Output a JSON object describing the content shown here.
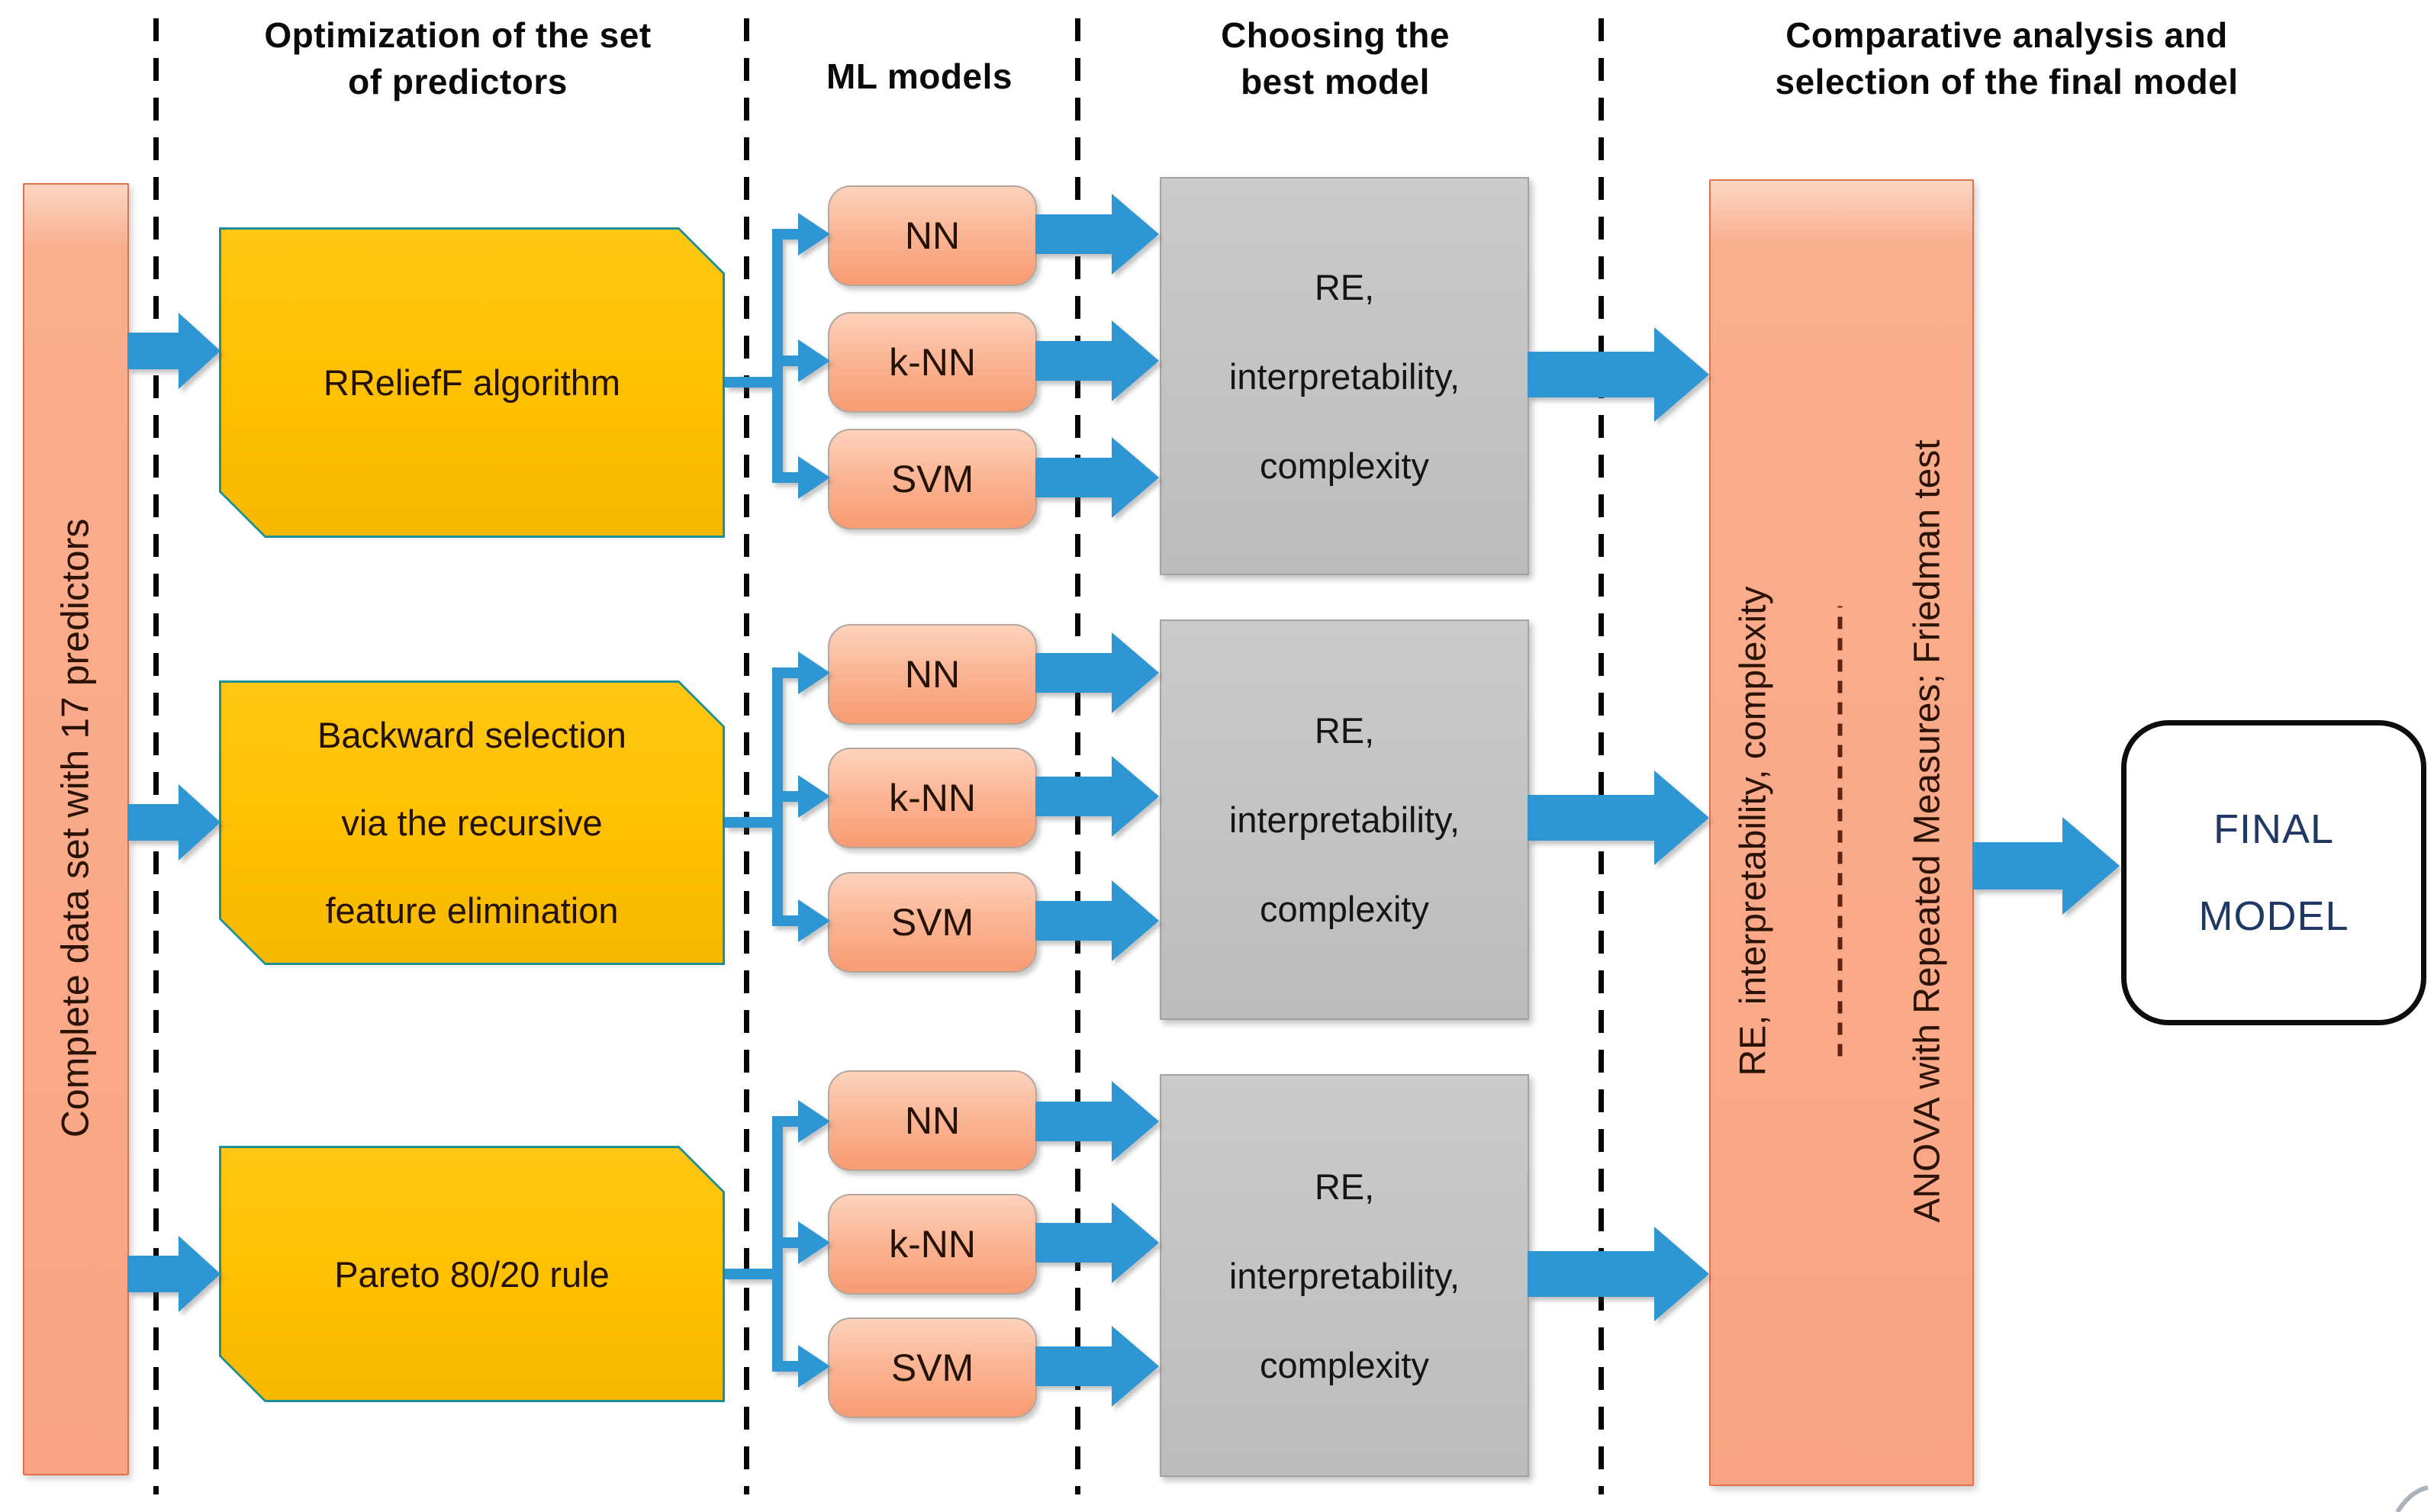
{
  "headers": {
    "optimization": [
      "Optimization of the set",
      "of predictors"
    ],
    "ml_models_title": "ML models",
    "choosing": [
      "Choosing the",
      "best model"
    ],
    "comparative": [
      "Comparative analysis and",
      "selection of the final model"
    ]
  },
  "left_bar": {
    "label": "Complete data set with 17 predictors"
  },
  "predictor_methods": [
    {
      "lines": [
        "RReliefF algorithm"
      ]
    },
    {
      "lines": [
        "Backward selection",
        "via the recursive",
        "feature elimination"
      ]
    },
    {
      "lines": [
        "Pareto 80/20 rule"
      ]
    }
  ],
  "ml_models": [
    "NN",
    "k-NN",
    "SVM"
  ],
  "evaluation_criteria_lines": [
    "RE,",
    "interpretability,",
    "complexity"
  ],
  "comparison_bar": {
    "criteria_label": "RE, interpretability, complexity",
    "tests_label": "ANOVA with Repeated Measures; Friedman test"
  },
  "final_model": {
    "lines": [
      "FINAL",
      "MODEL"
    ]
  },
  "colors": {
    "arrow_blue": "#2D96D2",
    "method_yellow": "#FFC000",
    "panel_salmon": "#F9A585",
    "evaluation_gray": "#C6C6C6",
    "final_text_navy": "#1F3864"
  }
}
